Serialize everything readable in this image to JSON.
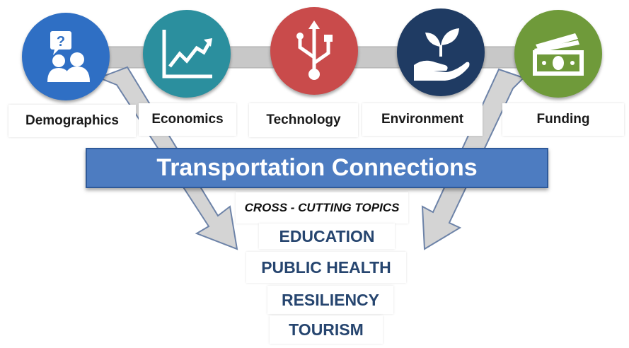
{
  "factors": [
    {
      "label": "Demographics",
      "icon": "demographics-question-people-icon",
      "color": "#2f6fc4"
    },
    {
      "label": "Economics",
      "icon": "rising-line-chart-icon",
      "color": "#2b8f9e"
    },
    {
      "label": "Technology",
      "icon": "usb-trident-icon",
      "color": "#c94b4b"
    },
    {
      "label": "Environment",
      "icon": "hand-holding-sprout-icon",
      "color": "#1f3b63"
    },
    {
      "label": "Funding",
      "icon": "money-bills-icon",
      "color": "#6f9a3a"
    }
  ],
  "banner": {
    "title": "Transportation Connections",
    "color": "#4d7cc1"
  },
  "cross_cutting": {
    "heading": "CROSS - CUTTING TOPICS",
    "topics": [
      "EDUCATION",
      "PUBLIC HEALTH",
      "RESILIENCY",
      "TOURISM"
    ]
  }
}
